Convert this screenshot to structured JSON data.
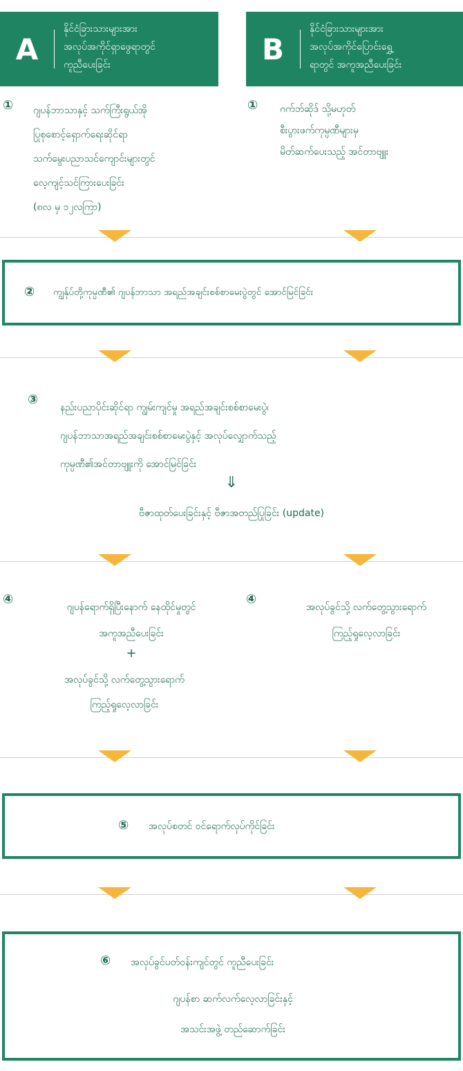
{
  "colors": {
    "primary": "#1f8461",
    "arrow": "#f6b53b",
    "separator": "#d0d0d0"
  },
  "header_a": {
    "letter": "A",
    "text": "နိုင်ငံခြားသားများအား\nအလုပ်အကိုင်ရှာဖွေရာတွင်\nကူညီပေးခြင်း"
  },
  "header_b": {
    "letter": "B",
    "text": "နိုင်ငံခြားသားများအား\nအလုပ်အကိုင်ပြောင်းရွှေ့\nရာတွင် အကူအညီပေးခြင်း"
  },
  "step1_a": {
    "num": "①",
    "text": "ဂျပန်ဘာသာနှင့် သက်ကြီးရွယ်အို\nပြုစုစောင့်ရှောက်ရေးဆိုင်ရာ\nသက်မွေးပညာသင်ကျောင်းများတွင်\nလေ့ကျင့်သင်ကြားပေးခြင်း\n(၈လ မှ ၁၂လကြာ)"
  },
  "step1_b": {
    "num": "①",
    "text": "ဂက်ဘ်ဆိုဒ် သို့မဟုတ်\nစီးပွားဖက်ကုမ္ပဏီများမှ\nမိတ်ဆက်ပေးသည့် အင်တာဗျူး"
  },
  "step2": {
    "num": "②",
    "text": "ကျွန်ုပ်တို့ကုမ္ပဏီ၏ ဂျပန်ဘာသာ အရည်အချင်းစစ်စာမေးပွဲတွင် အောင်မြင်ခြင်း"
  },
  "step3": {
    "num": "③",
    "text": "နည်းပညာပိုင်းဆိုင်ရာ ကျွမ်းကျင်မှု အရည်အချင်းစစ်စာမေးပွဲ၊\nဂျပန်ဘာသာအရည်အချင်းစစ်စာမေးပွဲနှင့် အလုပ်လျှောက်သည့်\nကုမ္ပဏီ၏အင်တာဗျူးကို အောင်မြင်ခြင်း",
    "down_arrow": "⇓",
    "sub": "ဗီဇာထုတ်ပေးခြင်းနှင့် ဗီဇာအတည်ပြုခြင်း (update)"
  },
  "step4_a": {
    "num": "④",
    "line1": "ဂျပန်ရောက်ရှိပြီးနောက် နေထိုင်မှုတွင်\nအကူအညီပေးခြင်း",
    "plus": "+",
    "line2": "အလုပ်ခွင်သို့ လက်တွေ့သွားရောက်\nကြည့်ရှုလေ့လာခြင်း"
  },
  "step4_b": {
    "num": "④",
    "text": "အလုပ်ခွင်သို့ လက်တွေ့သွားရောက်\nကြည့်ရှုလေ့လာခြင်း"
  },
  "step5": {
    "num": "⑤",
    "text": "အလုပ်စတင် ဝင်ရောက်လုပ်ကိုင်ခြင်း"
  },
  "step6": {
    "num": "⑥",
    "line1": "အလုပ်ခွင်ပတ်ဝန်းကျင်တွင် ကူညီပေးခြင်း",
    "line2": "ဂျပန်စာ ဆက်လက်လေ့လာခြင်းနှင့်\nအသင်းအဖွဲ့ တည်ဆောက်ခြင်း"
  }
}
